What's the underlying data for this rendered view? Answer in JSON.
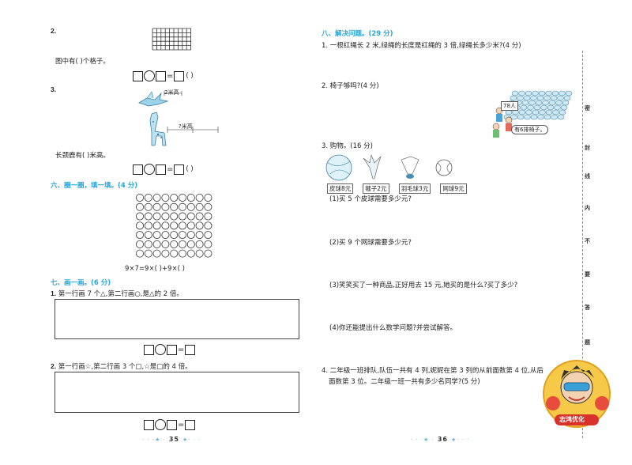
{
  "left_page": {
    "q2": {
      "number": "2.",
      "prompt": "图中有(    )个格子。",
      "grid": {
        "cols": 9,
        "rows": 5
      }
    },
    "q3": {
      "number": "3.",
      "bird_label": "2米高",
      "giraffe_label": "?米高",
      "prompt": "长颈鹿有(    )米高。"
    },
    "section6": {
      "title": "六、圈一圈，填一填。(4 分)",
      "circle_grid": {
        "cols": 9,
        "rows": 7
      },
      "equation": "9×7=9×(    )+9×(    )"
    },
    "section7": {
      "title": "七、画一画。(6 分)",
      "q1_text": "第一行画 7 个△,第二行画○,是△的 2 倍。",
      "q1_number": "1.",
      "q2_text": "第一行画☆,第二行画 3 个□,☆是□的 4 倍。",
      "q2_number": "2."
    },
    "eq_paren": "(    )",
    "page_number": "35",
    "footer_deco_left": "· · ·★ ·",
    "footer_deco_right": "★· · ·"
  },
  "right_page": {
    "section8": {
      "title": "八、解决问题。(29 分)",
      "q1": "1. 一根红绳长 2 米,绿绳的长度是红绳的 3 倍,绿绳长多少米?(4 分)",
      "q2": "2. 椅子够吗?(4 分)",
      "q2_bubble_top": "78人",
      "q2_bubble_bottom": "有6排椅子。",
      "q3": "3. 购物。(16 分)",
      "prices": [
        "皮球8元",
        "毽子2元",
        "羽毛球3元",
        "网球9元"
      ],
      "q3_1": "(1)买 5 个皮球需要多少元?",
      "q3_2": "(2)买 9 个网球需要多少元?",
      "q3_3": "(3)笑笑买了一种商品,正好用去 15 元,她买的是什么?买了多少?",
      "q3_4": "(4)你还能提出什么数学问题?并尝试解答。",
      "q4_line1": "4. 二年级一班排队,队伍一共有 4 列,妮妮在第 3 列的从前面数第 4 位,从后",
      "q4_line2": "面数第 3 位。二年级一班一共有多少名同学?(5 分)"
    },
    "side_chars": [
      "密",
      "封",
      "线",
      "内",
      "不",
      "要",
      "答",
      "题"
    ],
    "logo_text": "志鸿优化",
    "page_number": "36"
  }
}
